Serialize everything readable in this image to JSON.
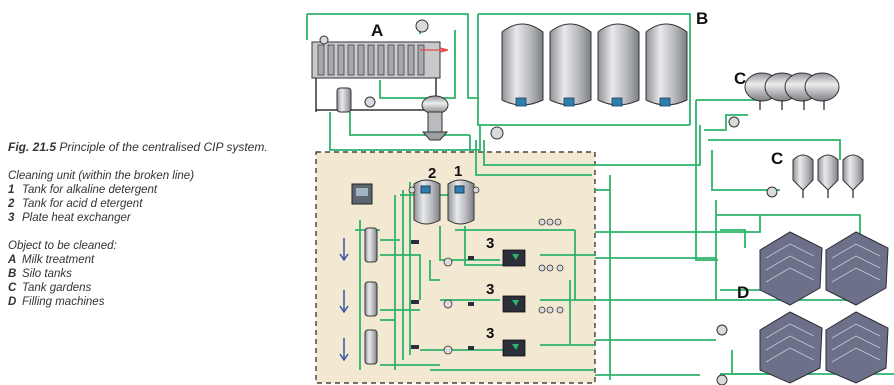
{
  "caption": {
    "fig_label": "Fig. 21.5",
    "fig_title": "Principle of the centralised CIP system.",
    "cleaning_intro": "Cleaning unit (within the broken line)",
    "cleaning_items": [
      {
        "key": "1",
        "text": "Tank for alkaline detergent"
      },
      {
        "key": "2",
        "text": "Tank for acid d etergent"
      },
      {
        "key": "3",
        "text": "Plate heat exchanger"
      }
    ],
    "objects_intro": "Object to be cleaned:",
    "object_items": [
      {
        "key": "A",
        "text": "Milk treatment"
      },
      {
        "key": "B",
        "text": "Silo tanks"
      },
      {
        "key": "C",
        "text": "Tank gardens"
      },
      {
        "key": "D",
        "text": "Filling machines"
      }
    ]
  },
  "diagram_labels": {
    "A": "A",
    "B": "B",
    "C_top": "C",
    "C_mid": "C",
    "D": "D",
    "tank_1": "1",
    "tank_2": "2",
    "phe_1": "3",
    "phe_2": "3",
    "phe_3": "3"
  },
  "colors": {
    "pipe": "#2db36b",
    "dark_line": "#2a2a2a",
    "cleaning_area": "#f3e8d2",
    "tank_metal": "#c7c9cc",
    "tank_display": "#2e7fb0",
    "machine": "#6c7088",
    "heat_exchanger": "#2b2f3a"
  }
}
